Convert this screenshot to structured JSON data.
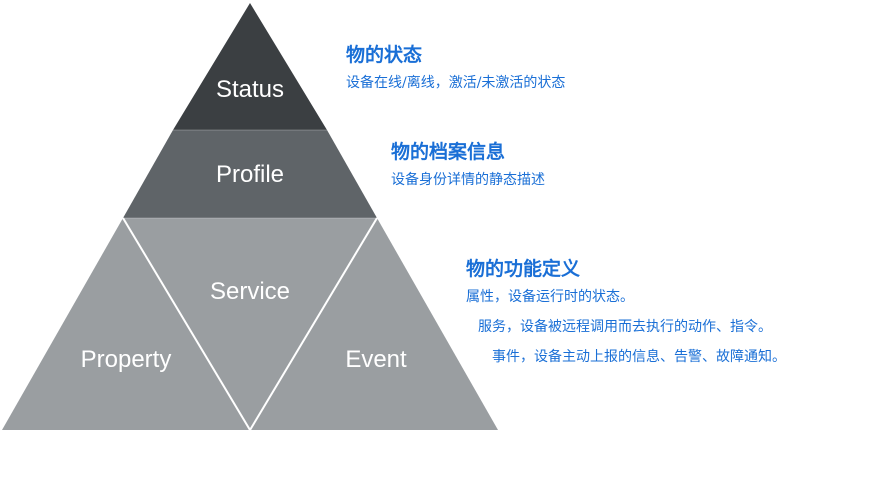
{
  "pyramid": {
    "status_label": "Status",
    "profile_label": "Profile",
    "service_label": "Service",
    "property_label": "Property",
    "event_label": "Event"
  },
  "status_info": {
    "title": "物的状态",
    "desc": "设备在线/离线，激活/未激活的状态"
  },
  "profile_info": {
    "title": "物的档案信息",
    "desc": "设备身份详情的静态描述"
  },
  "model_info": {
    "title": "物的功能定义",
    "lines": [
      "属性，设备运行时的状态。",
      "服务，设备被远程调用而去执行的动作、指令。",
      "事件，设备主动上报的信息、告警、故障通知。"
    ]
  },
  "colors": {
    "status_fill": "#3b3f42",
    "profile_fill": "#5f6468",
    "bottom_fill": "#9a9ea1",
    "divider": "#ffffff",
    "text_accent": "#1a6fd6"
  }
}
